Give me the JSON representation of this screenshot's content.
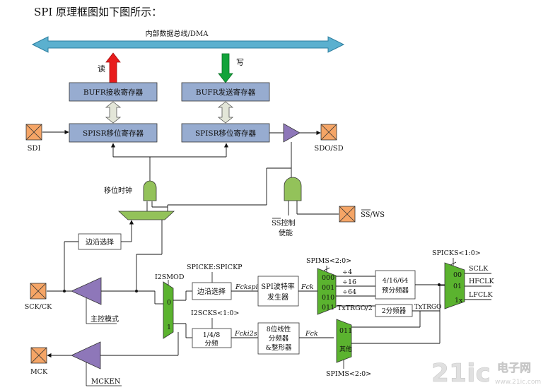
{
  "heading": "SPI 原理框图如下图所示：",
  "bus": {
    "label": "内部数据总线/DMA"
  },
  "arrows": {
    "read": "读",
    "write": "写"
  },
  "registers": {
    "bufr_rx": "BUFR接收寄存器",
    "bufr_tx": "BUFR发送寄存器",
    "spisr_rx": "SPISR移位寄存器",
    "spisr_tx": "SPISR移位寄存器"
  },
  "pins": {
    "sdi": "SDI",
    "sdo": "SDO/SD",
    "ss": "SS/WS",
    "sck": "SCK/CK",
    "mck": "MCK"
  },
  "labels": {
    "shift_clock": "移位时钟",
    "ss_ctrl_1": "SS控制",
    "ss_ctrl_2": "使能",
    "edge_select_left": "边沿选择",
    "master_mode": "主控模式",
    "mcken": "MCKEN",
    "i2smod": "I2SMOD",
    "mux_0": "0",
    "mux_1": "1",
    "spicke": "SPICKE:SPICKP",
    "edge_select": "边沿选择",
    "fckspi": "Fckspi",
    "baud_gen_1": "SPI波特率",
    "baud_gen_2": "发生器",
    "fck_1": "Fck",
    "i2scks": "I2SCKS<1:0>",
    "div148_1": "1/4/8",
    "div148_2": "分频",
    "fcki2s": "Fcki2s",
    "div8_1": "8位线性",
    "div8_2": "分频器",
    "div8_3": "&整形器",
    "fck_2": "Fck",
    "spims_top": "SPIMS<2:0>",
    "spims_bottom": "SPIMS<2:0>",
    "mux4_000": "000",
    "mux4_001": "001",
    "mux4_010": "010",
    "mux4_011": "011",
    "div4": "÷4",
    "div16": "÷16",
    "div64": "÷64",
    "txtrgo_half": "TxTRGO/2",
    "prescaler_1": "4/16/64",
    "prescaler_2": "预分频器",
    "div2": "2分频器",
    "txtrgo": "TxTRGO",
    "lower_mux_011": "011",
    "lower_mux_other": "其他",
    "spicks": "SPICKS<1:0>",
    "ck_00": "00",
    "ck_01": "01",
    "ck_1x": "1x",
    "sclk": "SCLK",
    "hfclk": "HFCLK",
    "lfclk": "LFCLK"
  },
  "watermark": {
    "main": "21ic",
    "cn": "电子网",
    "url": "www.21ic.com"
  },
  "colors": {
    "bus_arrow": "#5bb0cf",
    "read_arrow": "#e81c1c",
    "write_arrow": "#12a33a",
    "register_fill": "#97acd0",
    "pin_fill": "#f5a566",
    "green_fill": "#93c25a",
    "mux_fill": "#5bb32f",
    "buffer_fill": "#8e77b9"
  }
}
